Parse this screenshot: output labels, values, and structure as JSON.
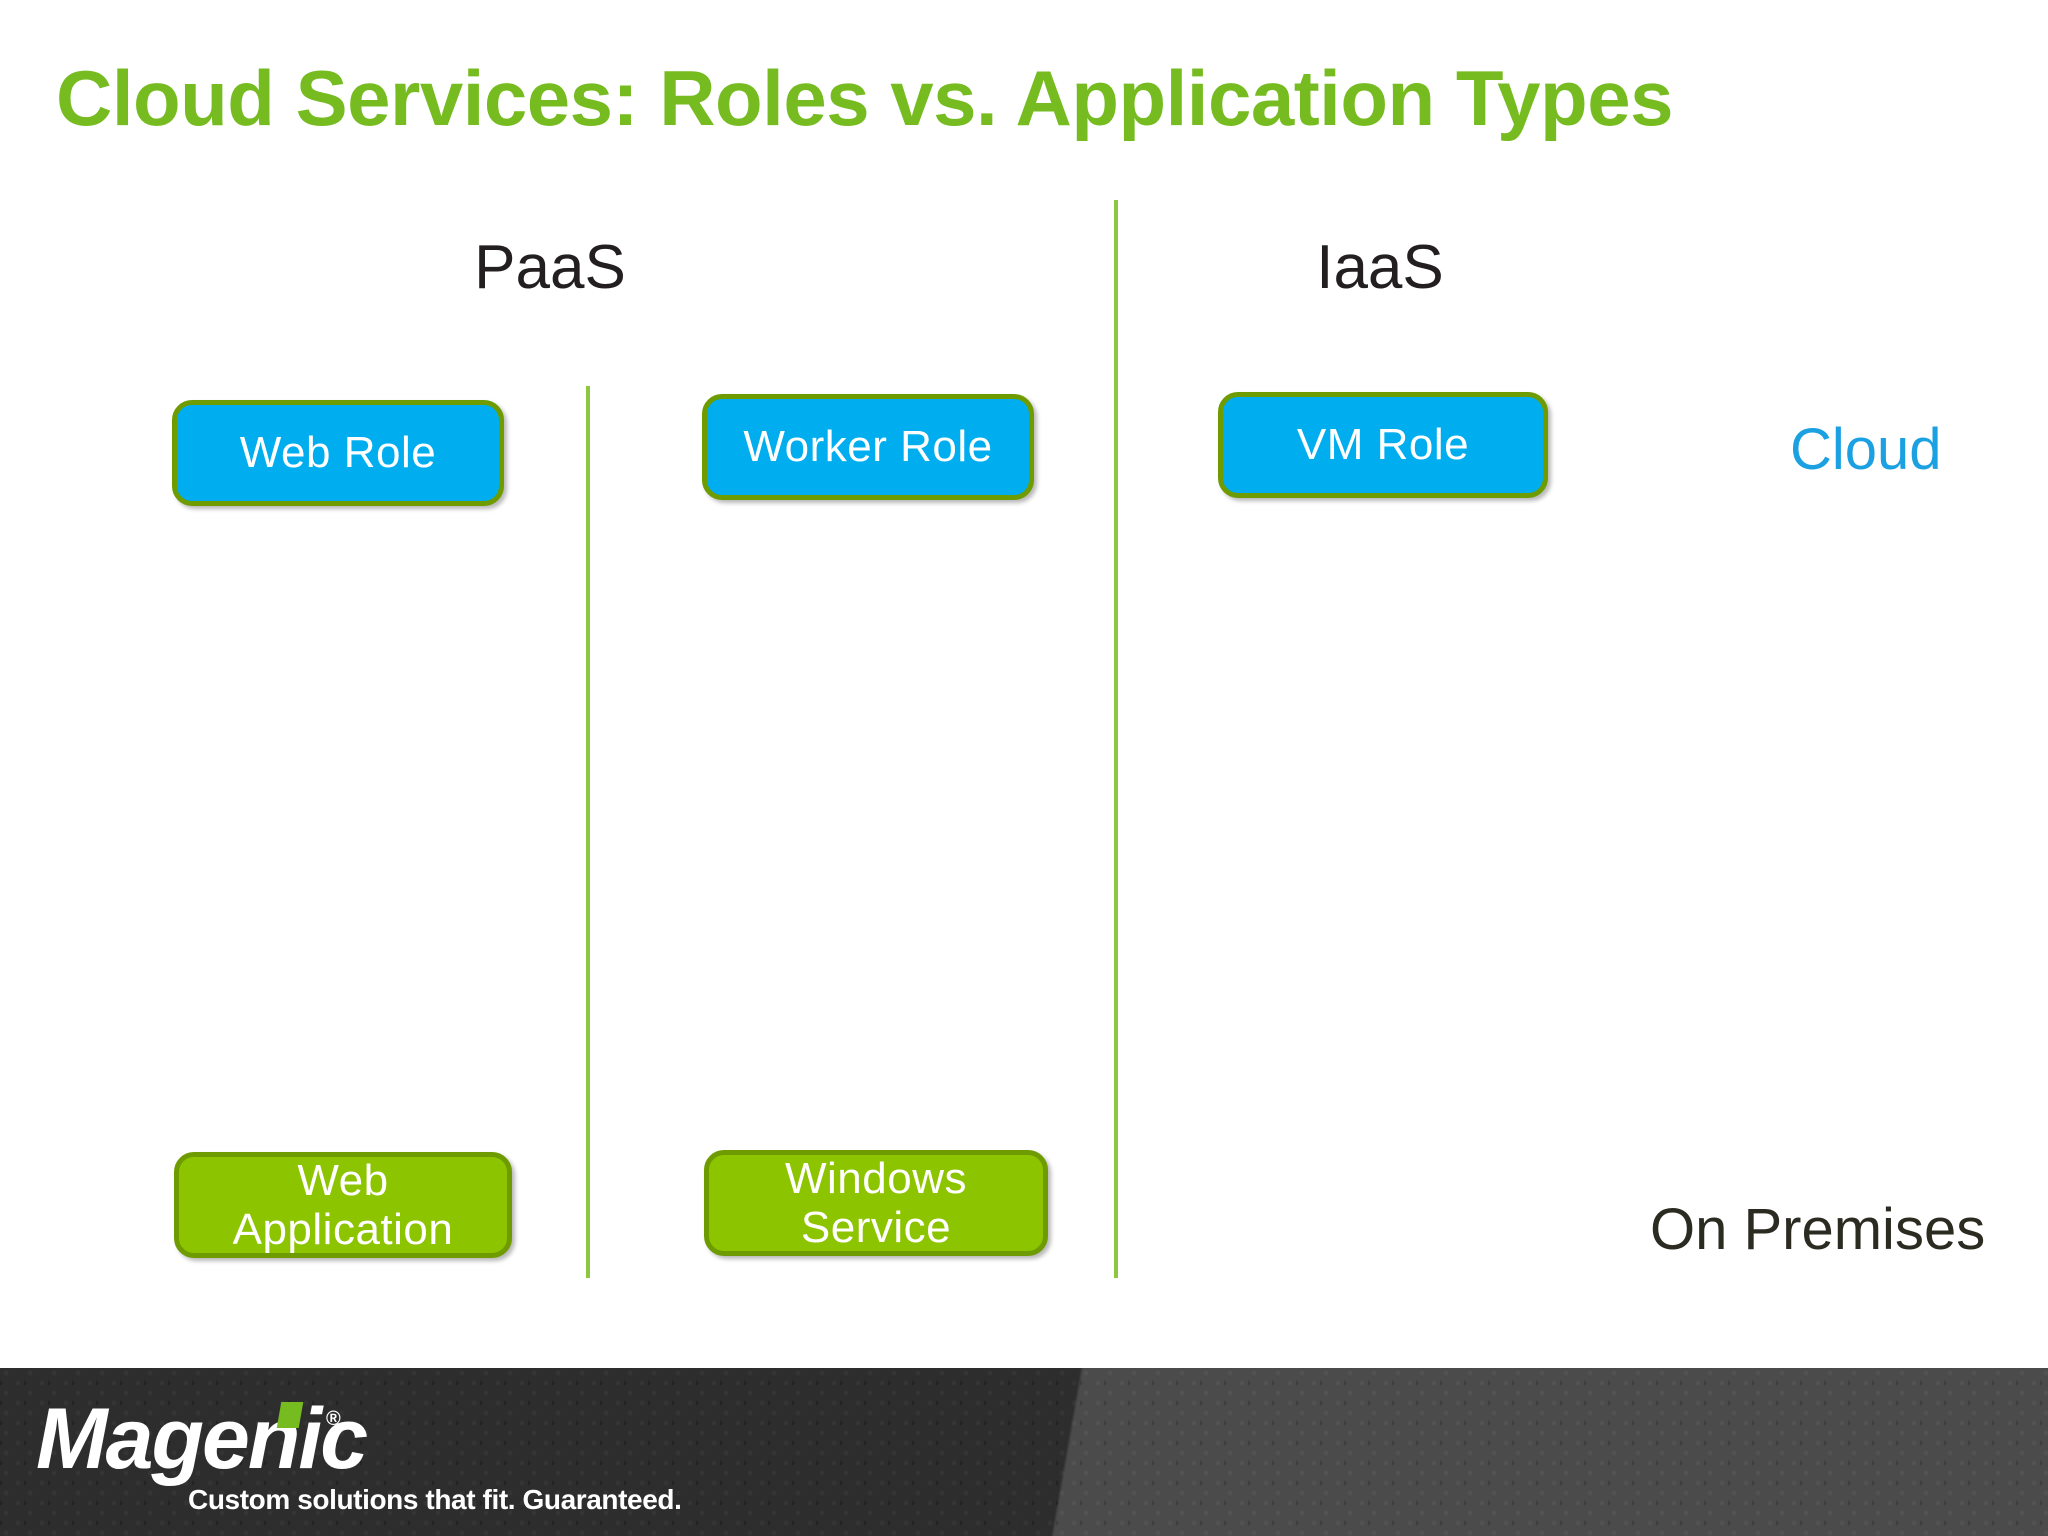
{
  "slide": {
    "title": "Cloud Services: Roles vs. Application Types",
    "background_color": "#FFFFFF",
    "title_color": "#76BC21"
  },
  "columns": {
    "paas_label": "PaaS",
    "iaas_label": "IaaS"
  },
  "tiers": {
    "cloud_label": "Cloud",
    "cloud_color": "#1BA1E2",
    "on_premises_label": "On Premises",
    "on_premises_color": "#2B2B22"
  },
  "nodes": {
    "cloud_row": [
      {
        "id": "web-role",
        "label": "Web Role",
        "fill": "#00AEEF",
        "border": "#6E9B00",
        "text_color": "#FFFFFF",
        "column": "PaaS"
      },
      {
        "id": "worker-role",
        "label": "Worker Role",
        "fill": "#00AEEF",
        "border": "#6E9B00",
        "text_color": "#FFFFFF",
        "column": "PaaS"
      },
      {
        "id": "vm-role",
        "label": "VM Role",
        "fill": "#00AEEF",
        "border": "#6E9B00",
        "text_color": "#FFFFFF",
        "column": "IaaS"
      }
    ],
    "on_premises_row": [
      {
        "id": "web-application",
        "label_line1": "Web",
        "label_line2": "Application",
        "fill": "#8DC400",
        "border": "#6E9B00",
        "text_color": "#FFFFFF",
        "column": "PaaS"
      },
      {
        "id": "windows-service",
        "label_line1": "Windows",
        "label_line2": "Service",
        "fill": "#8DC400",
        "border": "#6E9B00",
        "text_color": "#FFFFFF",
        "column": "PaaS"
      }
    ]
  },
  "dividers": {
    "color": "#8DC63F",
    "count": 2
  },
  "footer": {
    "background_color": "#3A3A3A",
    "logo_wordmark": "Magenic",
    "logo_registered_mark": "®",
    "logo_tagline": "Custom solutions that fit. Guaranteed.",
    "logo_accent_color": "#76BC21"
  }
}
